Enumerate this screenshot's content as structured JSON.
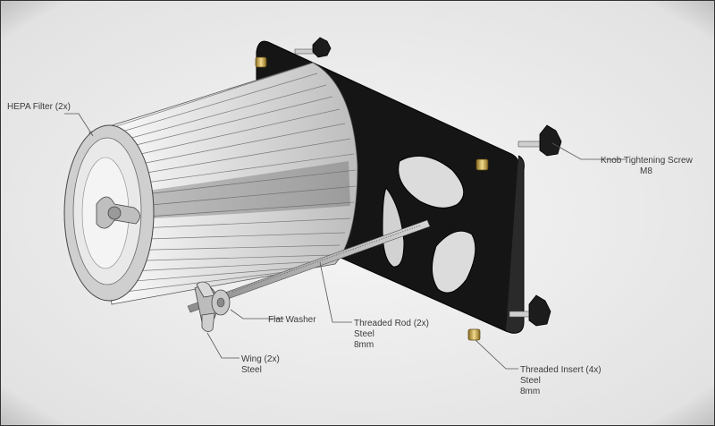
{
  "colors": {
    "background": "#ececec",
    "plate": "#151515",
    "filter": "#e8e8e8",
    "brass": "#c9a24a",
    "knob": "#1c1c1c"
  },
  "labels": {
    "hepa": "HEPA Filter (2x)",
    "knob_line1": "Knob Tightening Screw",
    "knob_line2": "M8",
    "washer": "Flat Washer",
    "rod_line1": "Threaded Rod (2x)",
    "rod_line2": "Steel",
    "rod_line3": "8mm",
    "wing_line1": "Wing (2x)",
    "wing_line2": "Steel",
    "insert_line1": "Threaded Insert (4x)",
    "insert_line2": "Steel",
    "insert_line3": "8mm"
  }
}
